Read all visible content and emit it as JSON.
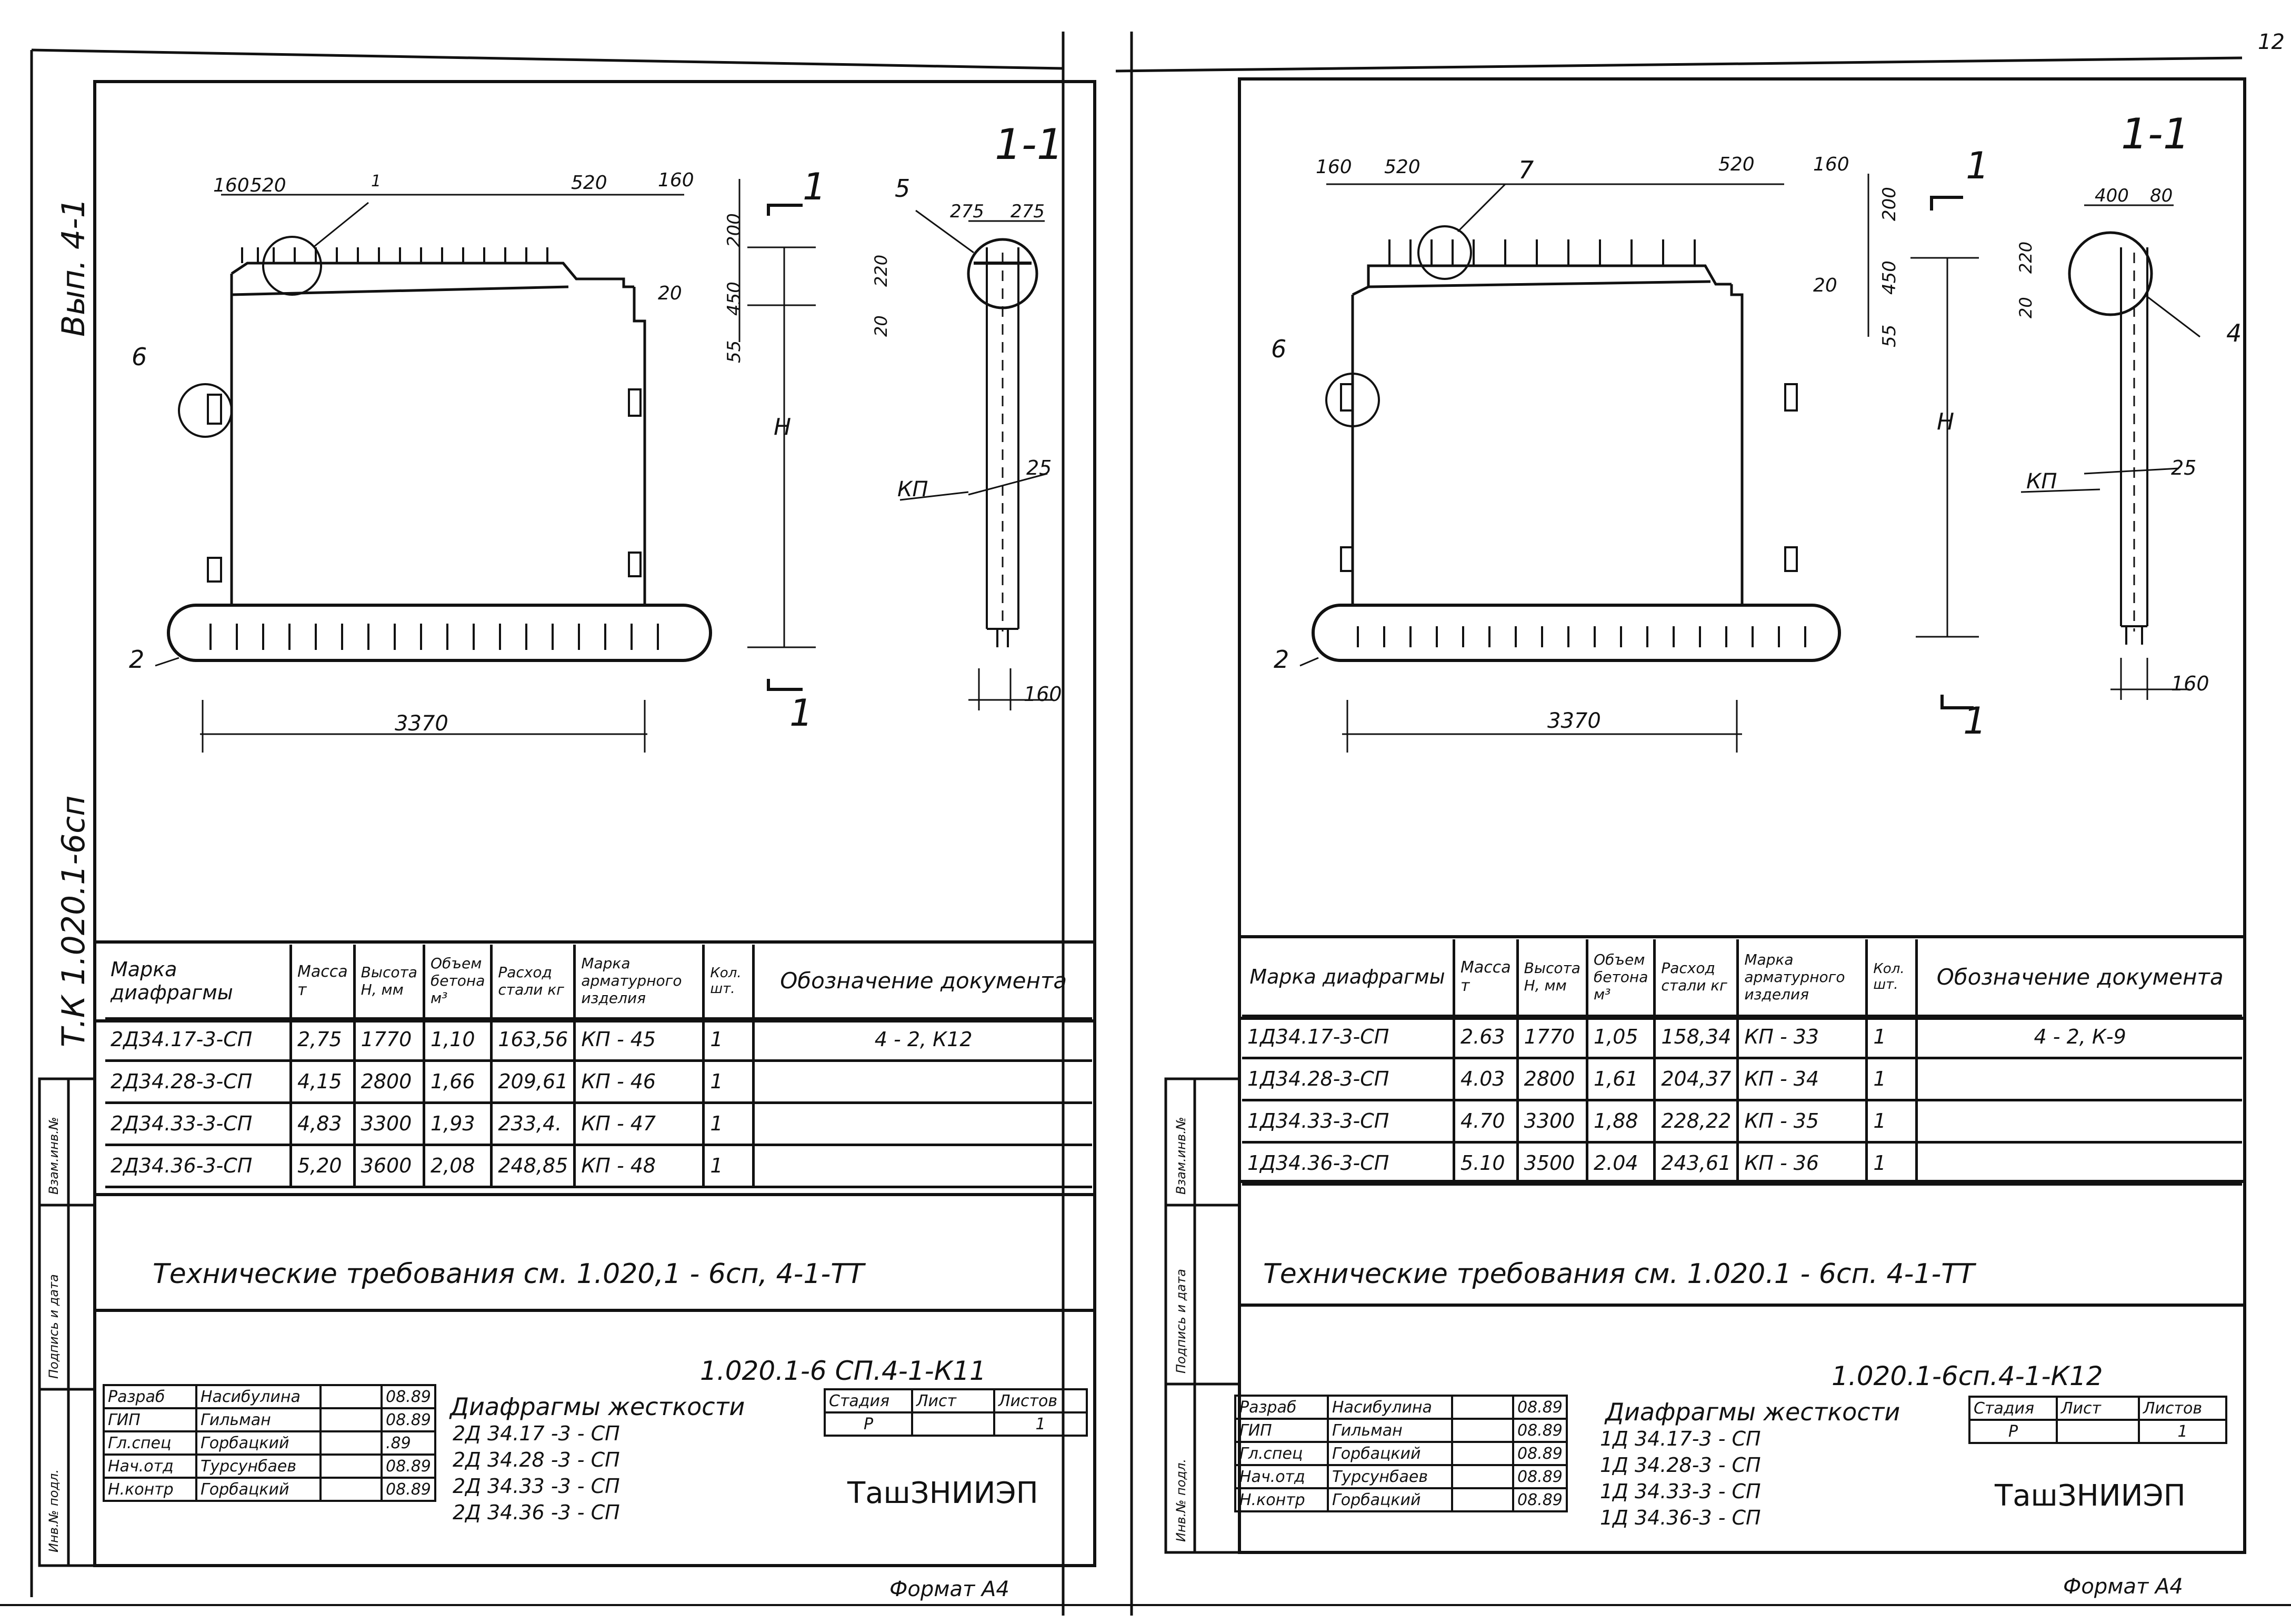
{
  "corner_mark": "12",
  "left_sheet": {
    "side_texts": {
      "vyp": "Вып. 4-1",
      "tk": "Т.К 1.020.1-6сп"
    },
    "section_label": "1-1",
    "section_mark": "1",
    "dims": {
      "d160a": "160",
      "d520a": "520",
      "d520b": "520",
      "d160b": "160",
      "d200": "200",
      "d450": "450",
      "d20a": "20",
      "d55": "55",
      "dH": "H",
      "d3370": "3370",
      "d275a": "275",
      "d275b": "275",
      "d220": "220",
      "d20b": "20",
      "d25": "25",
      "d160c": "160"
    },
    "callouts": {
      "c1": "1",
      "c6": "6",
      "c2": "2",
      "c5": "5",
      "kp": "КП"
    },
    "spec_headers": [
      "Марка диафрагмы",
      "Масса т",
      "Высота Н, мм",
      "Объем бетона м³",
      "Расход стали кг",
      "Марка арматурного изделия",
      "Кол. шт.",
      "Обозначение документа"
    ],
    "rows": [
      [
        "2Д34.17-3-СП",
        "2,75",
        "1770",
        "1,10",
        "163,56",
        "КП - 45",
        "1",
        "4 - 2, К12"
      ],
      [
        "2Д34.28-3-СП",
        "4,15",
        "2800",
        "1,66",
        "209,61",
        "КП - 46",
        "1",
        ""
      ],
      [
        "2Д34.33-3-СП",
        "4,83",
        "3300",
        "1,93",
        "233,4.",
        "КП - 47",
        "1",
        ""
      ],
      [
        "2Д34.36-3-СП",
        "5,20",
        "3600",
        "2,08",
        "248,85",
        "КП - 48",
        "1",
        ""
      ]
    ],
    "tech_req": "Технические требования см. 1.020,1 - 6сп, 4-1-ТТ",
    "doc_code": "1.020.1-6 СП.4-1-К11",
    "title_rows": [
      {
        "role": "Разраб",
        "name": "Насибулина",
        "date": "08.89"
      },
      {
        "role": "ГИП",
        "name": "Гильман",
        "date": "08.89"
      },
      {
        "role": "Гл.спец",
        "name": "Горбацкий",
        "date": ".89"
      },
      {
        "role": "Нач.отд",
        "name": "Турсунбаев",
        "date": "08.89"
      },
      {
        "role": "Н.контр",
        "name": "Горбацкий",
        "date": "08.89"
      }
    ],
    "title": "Диафрагмы жесткости",
    "items": [
      "2Д 34.17 -3 - СП",
      "2Д 34.28 -3 - СП",
      "2Д 34.33 -3 - СП",
      "2Д 34.36 -3 - СП"
    ],
    "stage_hdr": "Стадия",
    "sheet_hdr": "Лист",
    "sheets_hdr": "Листов",
    "stage": "Р",
    "sheets": "1",
    "org": "ТашЗНИИЭП",
    "side_labels": [
      "Взам.инв.№",
      "Подпись и дата",
      "Инв.№ подл."
    ],
    "format": "Формат А4"
  },
  "right_sheet": {
    "section_label": "1-1",
    "section_mark": "1",
    "dims": {
      "d160a": "160",
      "d520a": "520",
      "d520b": "520",
      "d160b": "160",
      "d200": "200",
      "d450": "450",
      "d20a": "20",
      "d55": "55",
      "dH": "H",
      "d3370": "3370",
      "d400": "400",
      "d80": "80",
      "d220": "220",
      "d20b": "20",
      "d25": "25",
      "d160c": "160"
    },
    "callouts": {
      "c7": "7",
      "c6": "6",
      "c2": "2",
      "c4": "4",
      "kp": "КП"
    },
    "spec_headers": [
      "Марка диафрагмы",
      "Масса т",
      "Высота Н, мм",
      "Объем бетона м³",
      "Расход стали кг",
      "Марка арматурного изделия",
      "Кол. шт.",
      "Обозначение документа"
    ],
    "rows": [
      [
        "1Д34.17-3-СП",
        "2.63",
        "1770",
        "1,05",
        "158,34",
        "КП - 33",
        "1",
        "4 - 2, К-9"
      ],
      [
        "1Д34.28-3-СП",
        "4.03",
        "2800",
        "1,61",
        "204,37",
        "КП - 34",
        "1",
        ""
      ],
      [
        "1Д34.33-3-СП",
        "4.70",
        "3300",
        "1,88",
        "228,22",
        "КП - 35",
        "1",
        ""
      ],
      [
        "1Д34.36-3-СП",
        "5.10",
        "3500",
        "2.04",
        "243,61",
        "КП - 36",
        "1",
        ""
      ]
    ],
    "tech_req": "Технические требования см. 1.020.1 - 6сп. 4-1-ТТ",
    "doc_code": "1.020.1-6сп.4-1-К12",
    "title_rows": [
      {
        "role": "Разраб",
        "name": "Насибулина",
        "date": "08.89"
      },
      {
        "role": "ГИП",
        "name": "Гильман",
        "date": "08.89"
      },
      {
        "role": "Гл.спец",
        "name": "Горбацкий",
        "date": "08.89"
      },
      {
        "role": "Нач.отд",
        "name": "Турсунбаев",
        "date": "08.89"
      },
      {
        "role": "Н.контр",
        "name": "Горбацкий",
        "date": "08.89"
      }
    ],
    "title": "Диафрагмы жесткости",
    "items": [
      "1Д 34.17-3 - СП",
      "1Д 34.28-3 - СП",
      "1Д 34.33-3 - СП",
      "1Д 34.36-3 - СП"
    ],
    "stage_hdr": "Стадия",
    "sheet_hdr": "Лист",
    "sheets_hdr": "Листов",
    "stage": "Р",
    "sheets": "1",
    "org": "ТашЗНИИЭП",
    "side_labels": [
      "Взам.инв.№",
      "Подпись и дата",
      "Инв.№ подл."
    ],
    "format": "Формат А4"
  }
}
